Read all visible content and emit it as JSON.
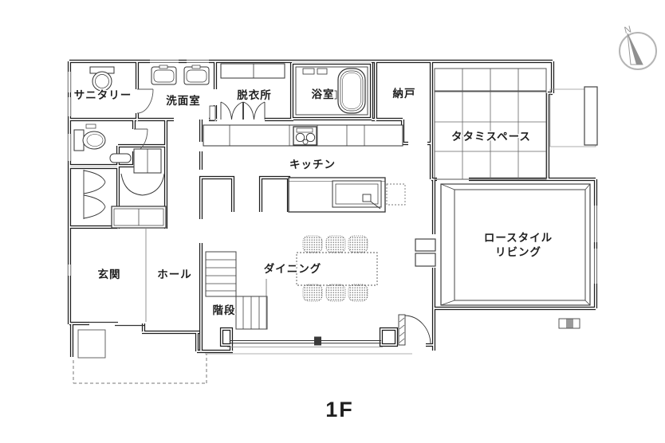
{
  "meta": {
    "floor_label": "1F",
    "drawing_type": "floor-plan"
  },
  "compass": {
    "label": "N"
  },
  "rooms": {
    "sanitary": "サニタリー",
    "washroom": "洗面室",
    "dressing_room": "脱衣所",
    "bathroom": "浴室",
    "storage": "納戸",
    "tatami_space": "タタミスペース",
    "kitchen": "キッチン",
    "living_line1": "ロースタイル",
    "living_line2": "リビング",
    "entrance": "玄関",
    "hall": "ホール",
    "stairs": "階段",
    "dining": "ダイニング"
  },
  "colors": {
    "wall": "#1d1d1d",
    "background": "#ffffff",
    "label_text": "#1f1f1f",
    "compass_gray": "#b0b0b0",
    "needle_gray": "#8f8f8f",
    "fixture_line": "#333333"
  }
}
